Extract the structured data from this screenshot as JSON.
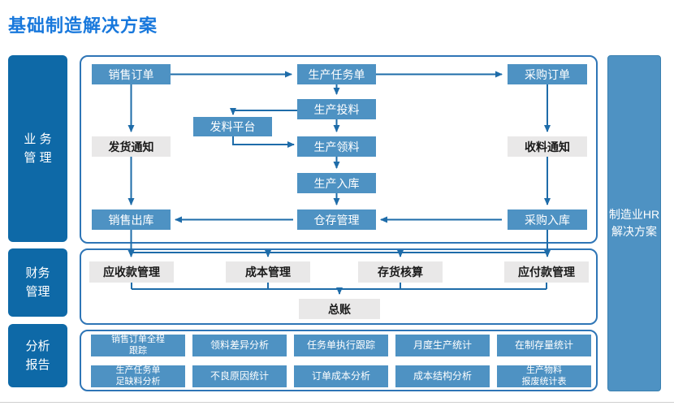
{
  "page_title": "基础制造解决方案",
  "colors": {
    "title_blue": "#1878DC",
    "sidebar_blue": "#0E69A7",
    "box_blue": "#4E92C3",
    "box_gray": "#E9E8E8",
    "panel_border": "#2E75B6",
    "arrow_blue": "#1E6CA9"
  },
  "sidebar": {
    "business_label": "业 务\n管 理",
    "finance_label": "财务\n管理",
    "analysis_label": "分析\n报告"
  },
  "hr_panel": {
    "label": "制造业HR\n解决方案"
  },
  "business_flow": {
    "sales_order": "销售订单",
    "production_task_order": "生产任务单",
    "purchase_order": "采购订单",
    "production_feeding": "生产投料",
    "material_issue_platform": "发料平台",
    "delivery_notice": "发货通知",
    "production_picking": "生产领料",
    "receipt_notice": "收料通知",
    "production_inbound": "生产入库",
    "sales_outbound": "销售出库",
    "warehouse_management": "仓存管理",
    "purchase_inbound": "采购入库"
  },
  "finance": {
    "receivables": "应收款管理",
    "cost_management": "成本管理",
    "inventory_accounting": "存货核算",
    "payables": "应付款管理",
    "general_ledger": "总账"
  },
  "analysis_reports": {
    "row1": [
      "销售订单全程\n跟踪",
      "领料差异分析",
      "任务单执行跟踪",
      "月度生产统计",
      "在制存量统计"
    ],
    "row2": [
      "生产任务单\n足缺料分析",
      "不良原因统计",
      "订单成本分析",
      "成本结构分析",
      "生产物料\n报废统计表"
    ]
  }
}
